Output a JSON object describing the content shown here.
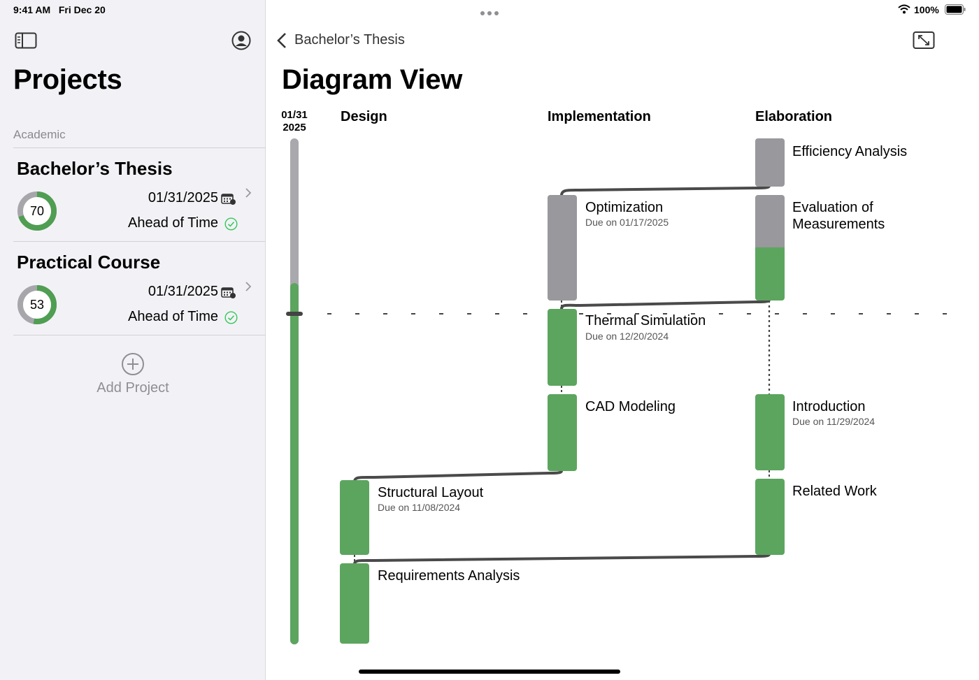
{
  "status_bar": {
    "time": "9:41 AM",
    "date": "Fri Dec 20",
    "battery": "100%"
  },
  "sidebar": {
    "title": "Projects",
    "section": "Academic",
    "projects": [
      {
        "name": "Bachelor’s Thesis",
        "progress": "70",
        "progress_fraction": 0.7,
        "due": "01/31/2025",
        "status": "Ahead of Time"
      },
      {
        "name": "Practical Course",
        "progress": "53",
        "progress_fraction": 0.53,
        "due": "01/31/2025",
        "status": "Ahead of Time"
      }
    ],
    "add_label": "Add Project"
  },
  "main": {
    "back_label": "Bachelor’s Thesis",
    "title": "Diagram View",
    "timeline_date": "01/31\n2025",
    "columns": [
      "Design",
      "Implementation",
      "Elaboration"
    ],
    "tasks": {
      "efficiency": {
        "title": "Efficiency Analysis",
        "due": ""
      },
      "optimization": {
        "title": "Optimization",
        "due": "Due on 01/17/2025"
      },
      "evaluation": {
        "title": "Evaluation of\nMeasurements",
        "due": ""
      },
      "thermal": {
        "title": "Thermal Simulation",
        "due": "Due on 12/20/2024"
      },
      "cad": {
        "title": "CAD Modeling",
        "due": ""
      },
      "introduction": {
        "title": "Introduction",
        "due": "Due on 11/29/2024"
      },
      "structural": {
        "title": "Structural Layout",
        "due": "Due on 11/08/2024"
      },
      "related": {
        "title": "Related Work",
        "due": ""
      },
      "requirements": {
        "title": "Requirements Analysis",
        "due": ""
      }
    }
  },
  "colors": {
    "green": "#5ca55f",
    "gray": "#98989d",
    "ring_green": "#4f9e52",
    "ring_gray": "#a7a7ab",
    "check_green": "#34c759"
  }
}
